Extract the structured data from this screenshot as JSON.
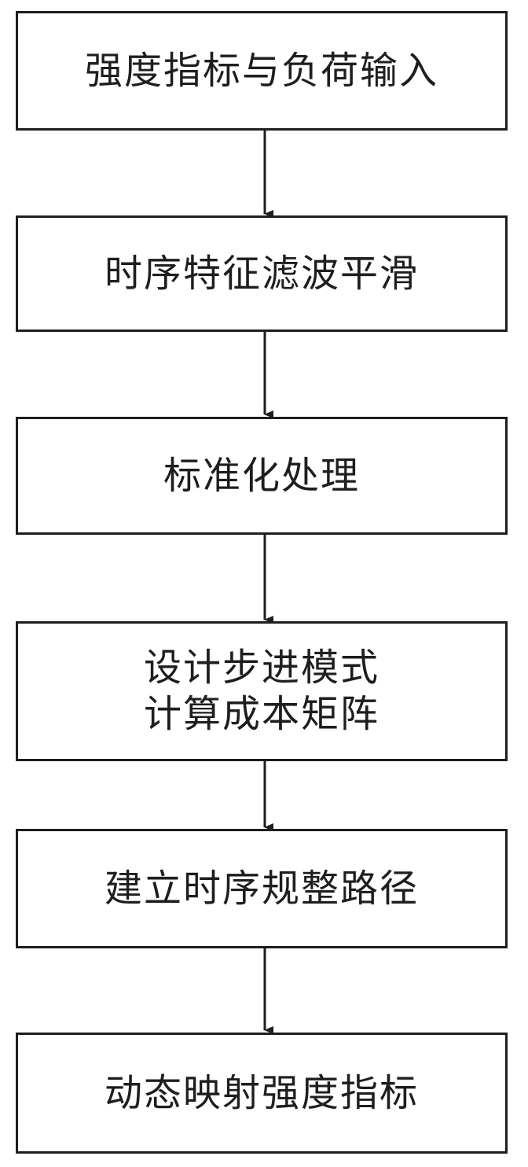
{
  "steps": [
    {
      "lines": [
        "强度指标与负荷输入"
      ]
    },
    {
      "lines": [
        "时序特征滤波平滑"
      ]
    },
    {
      "lines": [
        "标准化处理"
      ]
    },
    {
      "lines": [
        "设计步进模式",
        "计算成本矩阵"
      ]
    },
    {
      "lines": [
        "建立时序规整路径"
      ]
    },
    {
      "lines": [
        "动态映射强度指标"
      ]
    }
  ],
  "colors": {
    "stroke": "#1e1e1e",
    "text": "#1e1e1e",
    "background": "#ffffff"
  }
}
